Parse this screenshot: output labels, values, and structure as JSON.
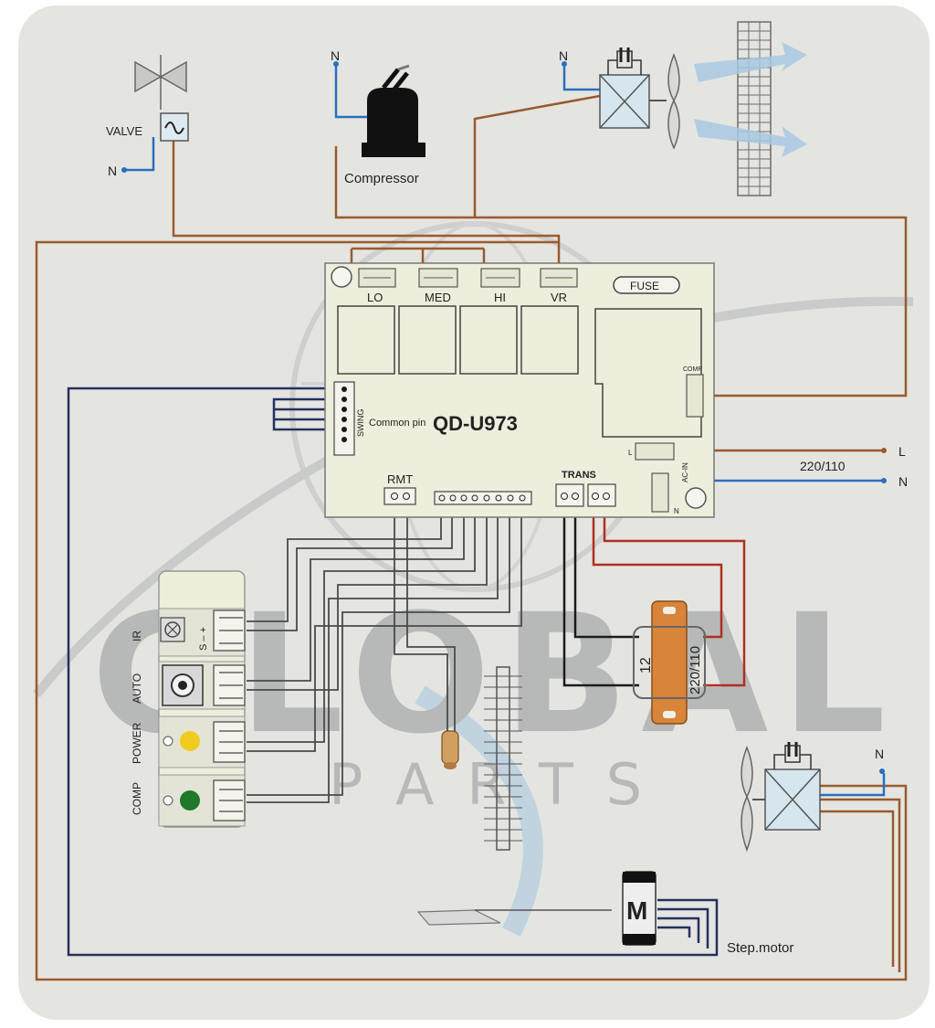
{
  "board": {
    "model": "QD-U973",
    "relay_labels": [
      "LO",
      "MED",
      "HI",
      "VR"
    ],
    "fuse_label": "FUSE",
    "comp_label": "COMP",
    "swing_label": "SWING",
    "common_pin_label": "Common pin",
    "rmt_label": "RMT",
    "trans_label": "TRANS",
    "acin_label": "AC-IN",
    "acin_l": "L",
    "acin_n": "N"
  },
  "components": {
    "valve_label": "VALVE",
    "compressor_label": "Compressor",
    "neutral_label": "N",
    "transformer_primary": "220/110",
    "transformer_secondary": "12",
    "motor_symbol": "M",
    "step_motor_label": "Step.motor"
  },
  "power": {
    "voltage": "220/110",
    "line_label": "L",
    "neutral_label": "N"
  },
  "panel": {
    "ir_label": "IR",
    "ir_pins": "S – +",
    "auto_label": "AUTO",
    "power_label": "POWER",
    "comp_label": "COMP"
  },
  "watermark": {
    "brand": "GLOBAL",
    "sub": "P A R T S"
  },
  "colors": {
    "background": "#e4e5e1",
    "wire_brown": "#9a5a2e",
    "wire_blue": "#2a6fc0",
    "wire_dark": "#25305e",
    "wire_red": "#b03020",
    "board": "#eeeedd",
    "power_led": "#f0cc20",
    "comp_led": "#1e7a2a",
    "transformer": "#d8843a"
  }
}
